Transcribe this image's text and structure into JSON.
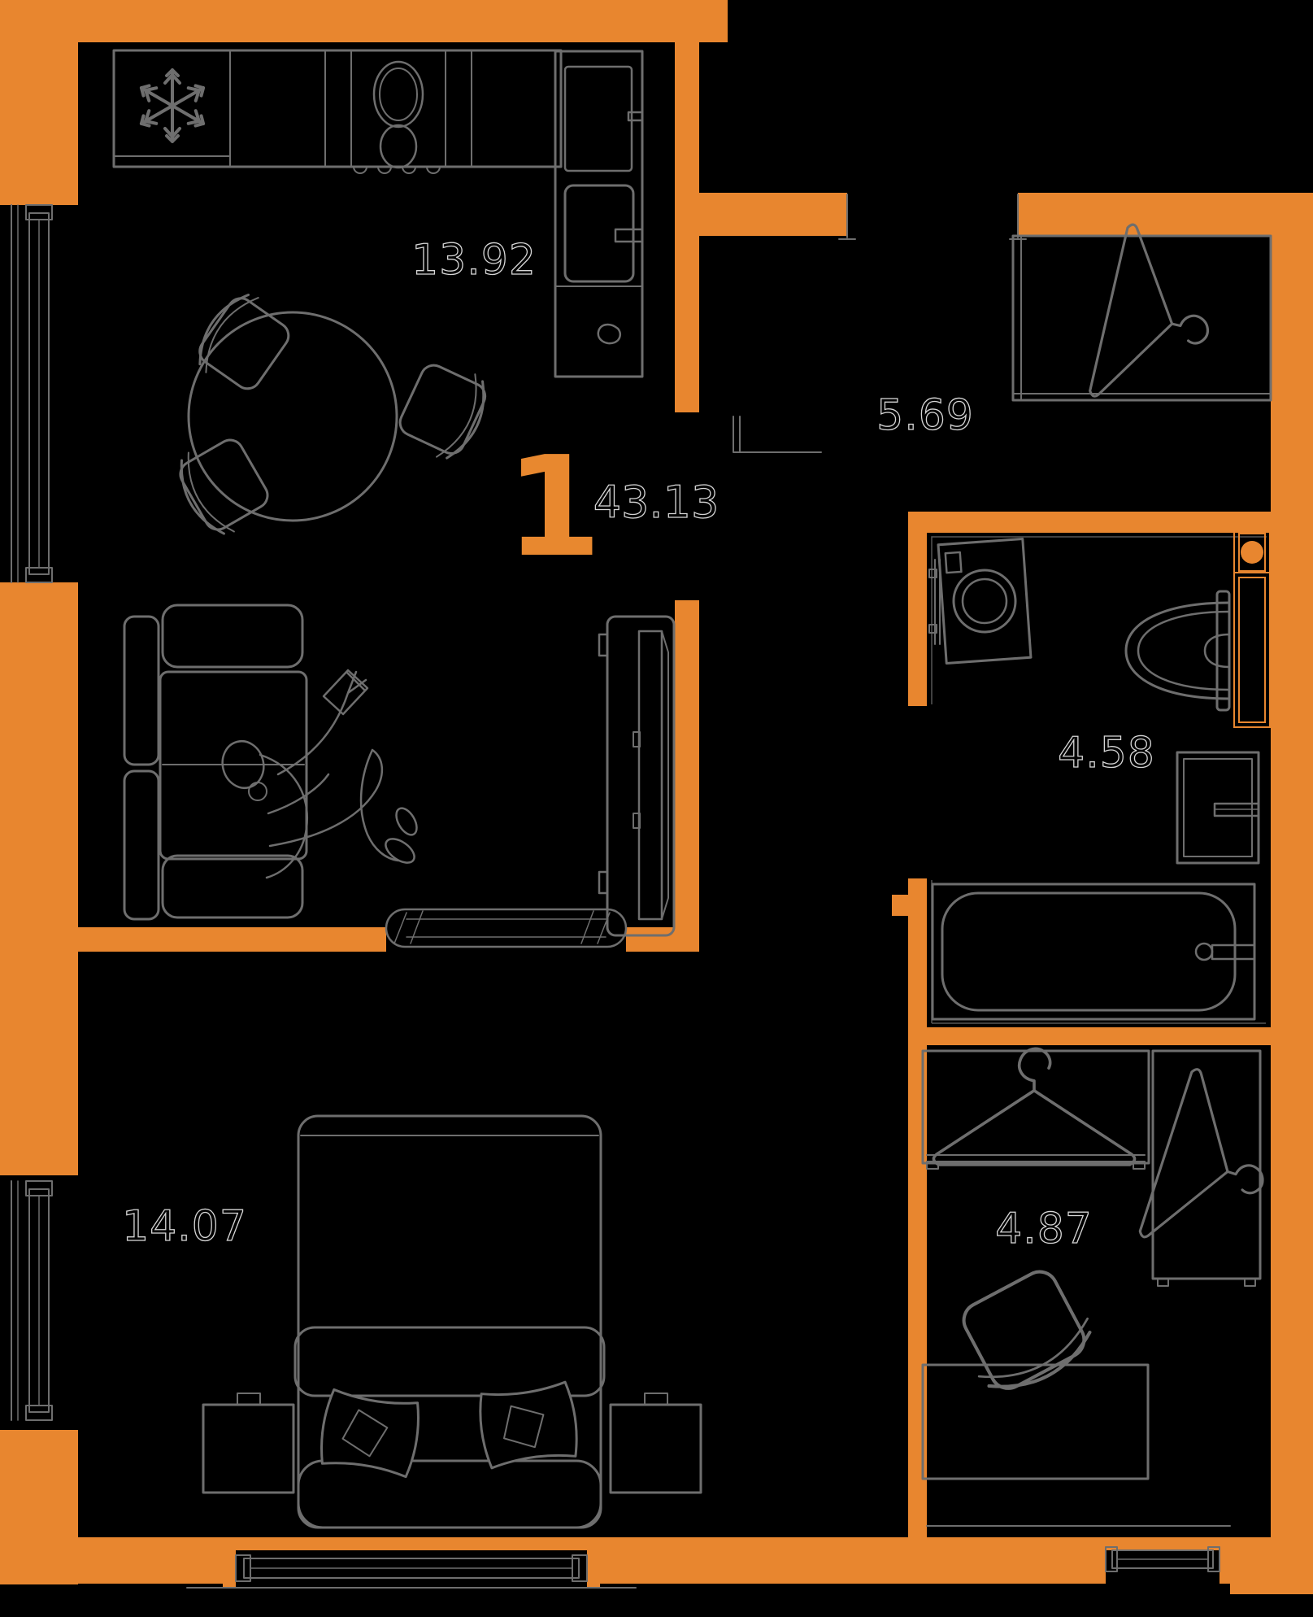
{
  "floorplan": {
    "type_label": {
      "rooms_count": "1",
      "total_area": "43.13"
    },
    "rooms": [
      {
        "id": "kitchen-living-room",
        "area": "13.92",
        "furniture": [
          "refrigerator-snowflake-icon",
          "kitchen-counter",
          "stove-burners-icon",
          "kitchen-sink",
          "round-dining-table",
          "chair",
          "sofa",
          "person-reading-icon",
          "tv-panel",
          "rug"
        ]
      },
      {
        "id": "hallway",
        "area": "5.69",
        "furniture": [
          "wardrobe",
          "clothes-hanger-icon"
        ]
      },
      {
        "id": "bathroom",
        "area": "4.58",
        "furniture": [
          "washing-machine-icon",
          "toilet-icon",
          "wash-basin",
          "bathtub",
          "plumbing-shaft"
        ]
      },
      {
        "id": "bedroom",
        "area": "14.07",
        "furniture": [
          "double-bed",
          "pillow-icon",
          "nightstand",
          "window"
        ]
      },
      {
        "id": "wardrobe-room",
        "area": "4.87",
        "furniture": [
          "wardrobe",
          "clothes-hanger-icon",
          "desk",
          "chair"
        ]
      }
    ],
    "colors": {
      "background": "#000000",
      "wall": "#e8862f",
      "furniture_line": "#6e6e6e",
      "area_label": "#d6d6d6",
      "accent": "#e8882f"
    }
  }
}
